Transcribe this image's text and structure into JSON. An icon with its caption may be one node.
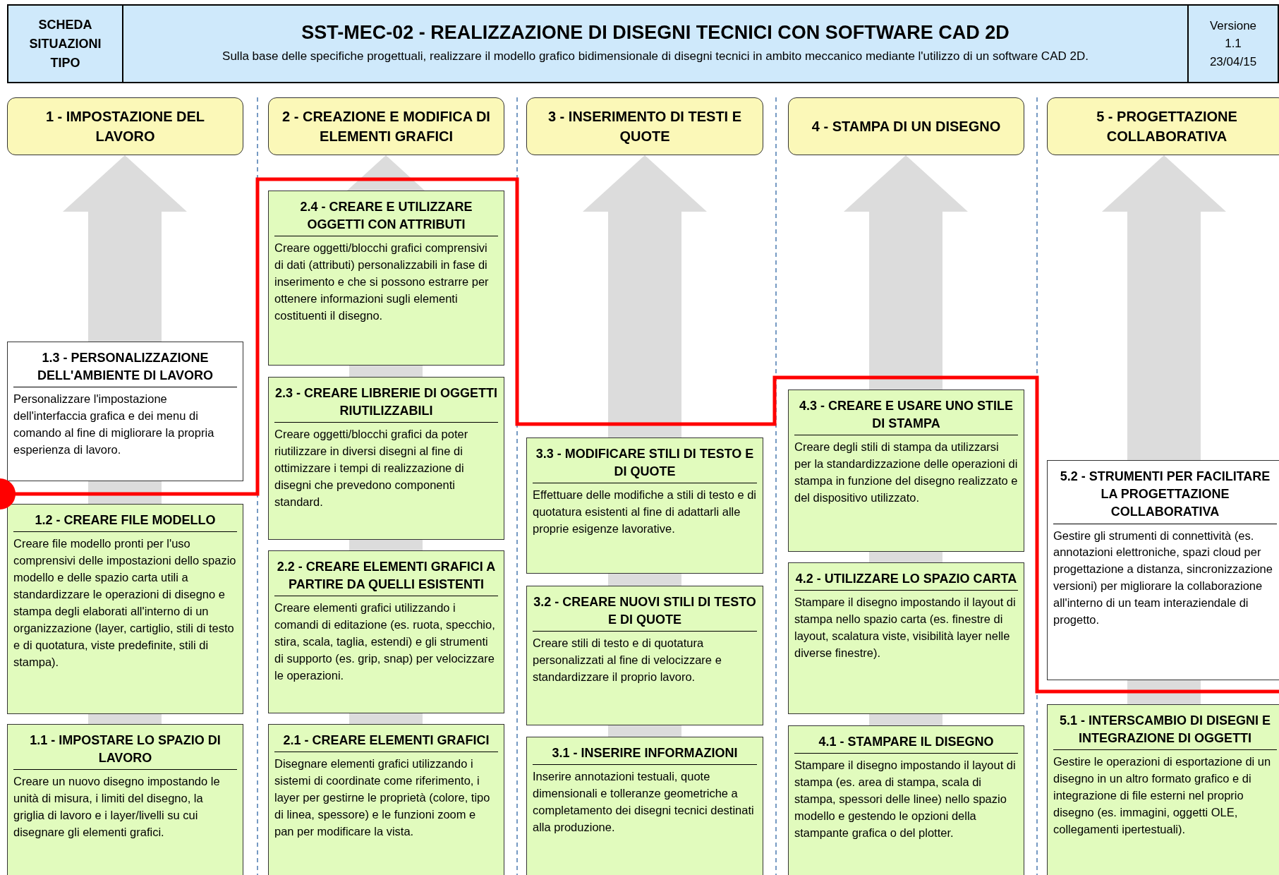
{
  "diagram": {
    "title": "SST-MEC-02 - REALIZZAZIONE DI DISEGNI TECNICI CON SOFTWARE CAD 2D",
    "nodes": [
      {
        "text": [
          "1 - IMPOSTAZIONE DEL LAVORO"
        ]
      },
      {
        "text": [
          "2 - CREAZIONE E MODIFICA DI ELEMENTI GRAFICI"
        ]
      },
      {
        "text": [
          "3 - INSERIMENTO DI TESTI E QUOTE"
        ]
      },
      {
        "text": [
          "4 - STAMPA DI UN DISEGNO"
        ]
      },
      {
        "text": [
          "5 - PROGETTAZIONE COLLABORATIVA"
        ]
      },
      {
        "text": [
          "1.3 - PERSONALIZZAZIONE DELL'AMBIENTE DI LAVORO",
          "Personalizzare l'impostazione dell'interfaccia grafica e dei menu di comando al fine di migliorare la propria esperienza di lavoro."
        ]
      },
      {
        "text": [
          "1.2 - CREARE FILE MODELLO",
          "Creare file modello pronti per l'uso comprensivi delle impostazioni dello spazio modello e delle spazio carta utili a standardizzare le operazioni di disegno e stampa degli elaborati all'interno di un organizzazione (layer, cartiglio, stili di testo e di quotatura, viste predefinite, stili di stampa)."
        ]
      },
      {
        "text": [
          "1.1 - IMPOSTARE LO SPAZIO DI LAVORO",
          "Creare un nuovo disegno impostando le unità di misura, i limiti del disegno, la griglia di lavoro e i layer/livelli su cui disegnare gli elementi grafici."
        ]
      },
      {
        "text": [
          "2.4 - CREARE E UTILIZZARE OGGETTI CON ATTRIBUTI",
          "Creare oggetti/blocchi grafici comprensivi di dati (attributi) personalizzabili in fase di inserimento e che si possono estrarre per ottenere informazioni sugli elementi costituenti il disegno."
        ]
      },
      {
        "text": [
          "2.3 - CREARE LIBRERIE DI OGGETTI RIUTILIZZABILI",
          "Creare oggetti/blocchi grafici da poter riutilizzare in diversi disegni al fine di ottimizzare i tempi di realizzazione di disegni che prevedono componenti standard."
        ]
      },
      {
        "text": [
          "2.2 - CREARE ELEMENTI GRAFICI A PARTIRE DA QUELLI ESISTENTI",
          "Creare elementi grafici utilizzando i comandi di editazione (es. ruota, specchio, stira, scala, taglia, estendi) e gli strumenti di supporto (es. grip, snap) per velocizzare le operazioni."
        ]
      },
      {
        "text": [
          "2.1 - CREARE ELEMENTI GRAFICI",
          "Disegnare elementi grafici utilizzando i sistemi di coordinate come riferimento, i layer per gestirne le proprietà (colore, tipo di linea, spessore) e le funzioni zoom e pan per modificare la vista."
        ]
      },
      {
        "text": [
          "3.3 - MODIFICARE STILI DI TESTO E DI QUOTE",
          "Effettuare delle modifiche a stili di testo e di quotatura esistenti al fine di adattarli alle proprie esigenze lavorative."
        ]
      },
      {
        "text": [
          "3.2 - CREARE NUOVI STILI DI TESTO E DI QUOTE",
          "Creare stili di testo e di quotatura personalizzati al fine di velocizzare e standardizzare il proprio lavoro."
        ]
      },
      {
        "text": [
          "3.1 - INSERIRE INFORMAZIONI",
          "Inserire annotazioni testuali, quote dimensionali e tolleranze geometriche a completamento dei disegni tecnici destinati alla produzione."
        ]
      },
      {
        "text": [
          "4.3 - CREARE E USARE UNO STILE DI STAMPA",
          "Creare degli stili di stampa da utilizzarsi per la standardizzazione delle operazioni di stampa in funzione del disegno realizzato e del dispositivo utilizzato."
        ]
      },
      {
        "text": [
          "4.2 - UTILIZZARE LO SPAZIO CARTA",
          "Stampare il disegno impostando il layout di stampa nello spazio carta (es. finestre di layout, scalatura viste, visibilità layer nelle diverse finestre)."
        ]
      },
      {
        "text": [
          "4.1 - STAMPARE IL DISEGNO",
          "Stampare il disegno impostando il layout di stampa (es. area di stampa, scala di stampa, spessori delle linee) nello spazio modello e gestendo le opzioni della stampante grafica o del plotter."
        ]
      },
      {
        "text": [
          "5.2 - STRUMENTI PER FACILITARE LA PROGETTAZIONE COLLABORATIVA",
          "Gestire gli strumenti di connettività (es. annotazioni elettroniche, spazi cloud per progettazione a distanza, sincronizzazione versioni) per migliorare la collaborazione all'interno di un team interaziendale di progetto."
        ]
      },
      {
        "text": [
          "5.1 - INTERSCAMBIO DI DISEGNI E INTEGRAZIONE DI OGGETTI",
          "Gestire le operazioni di esportazione di un disegno in un altro formato grafico e di integrazione di file esterni nel proprio disegno (es. immagini, oggetti OLE, collegamenti ipertestuali)."
        ]
      }
    ],
    "labels": [
      "SCHEDA SITUAZIONI TIPO",
      "Sulla base delle specifiche progettuali, realizzare il modello grafico bidimensionale di disegni tecnici in ambito meccanico mediante l'utilizzo di un software CAD 2D.",
      "Versione",
      "1.1",
      "23/04/15"
    ]
  }
}
